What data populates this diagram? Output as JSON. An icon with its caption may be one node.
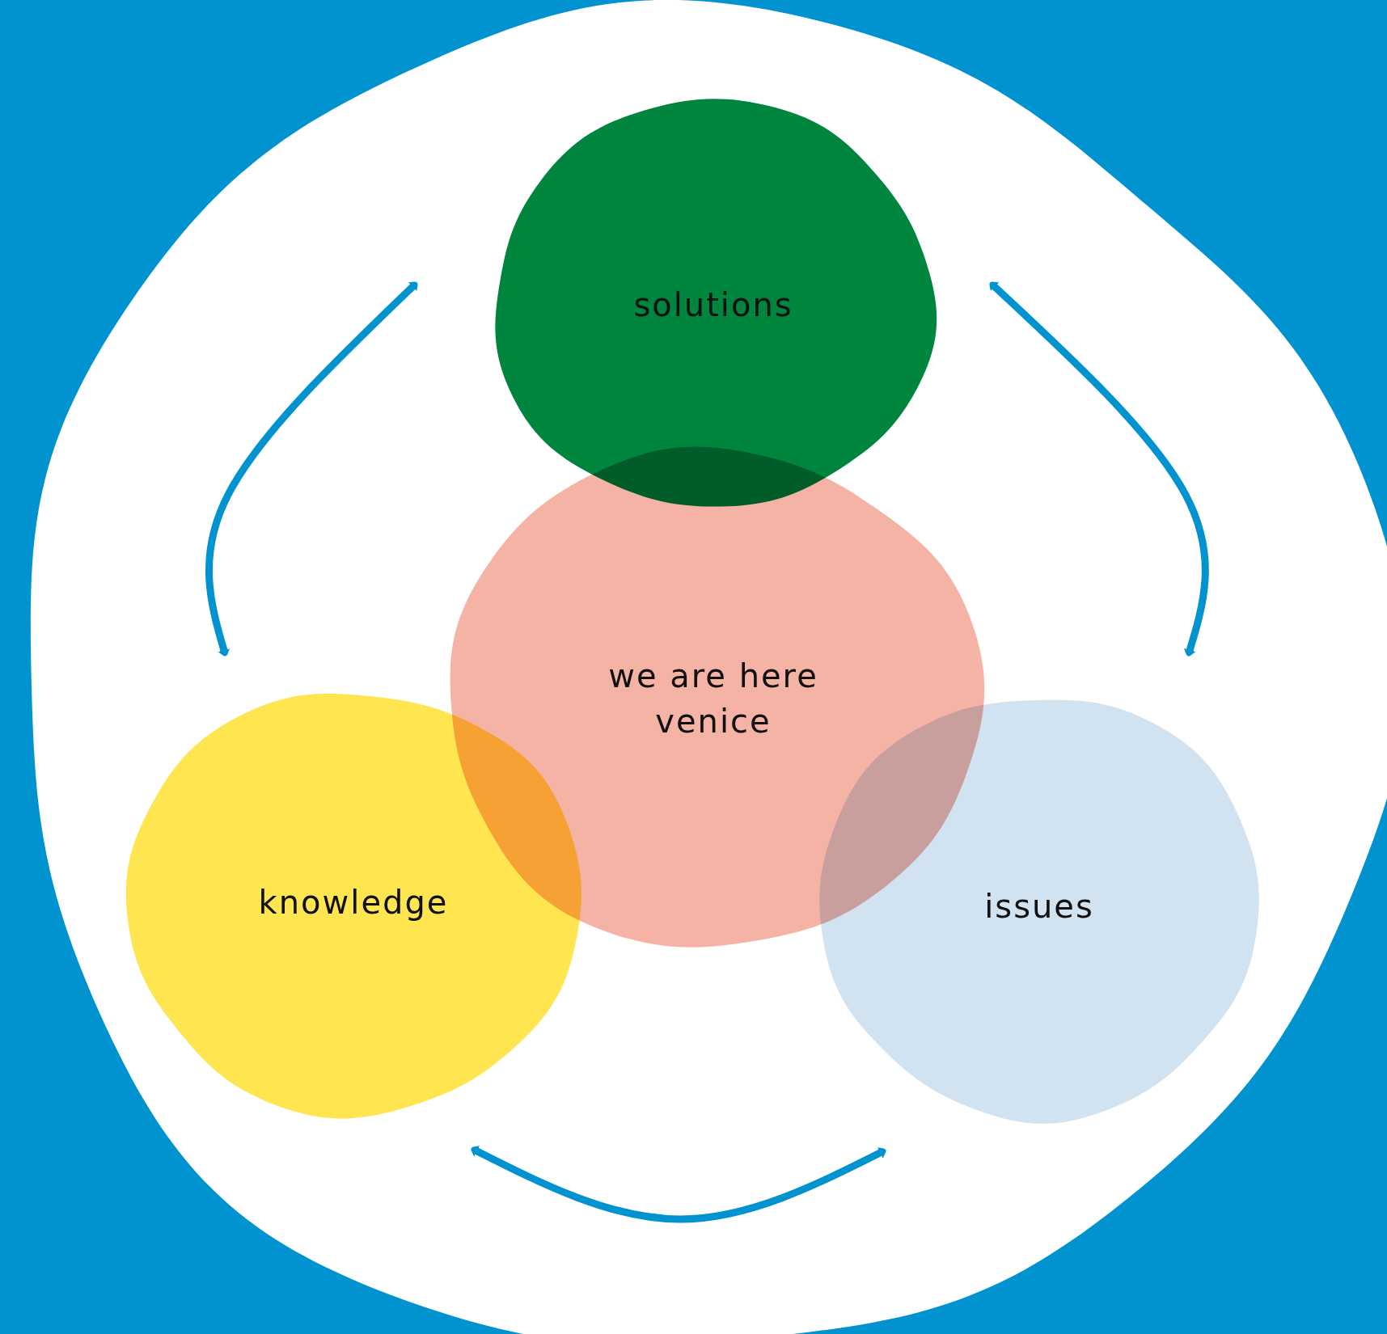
{
  "diagram": {
    "nodes": [
      {
        "text": [
          "solutions"
        ]
      },
      {
        "text": [
          "we are here venice"
        ]
      },
      {
        "text": [
          "knowledge"
        ]
      },
      {
        "text": [
          "issues"
        ]
      }
    ],
    "edges": [
      {
        "from": 0,
        "to": 2,
        "arrow": "both"
      },
      {
        "from": 0,
        "to": 3,
        "arrow": "both"
      },
      {
        "from": 2,
        "to": 3,
        "arrow": "both"
      }
    ]
  }
}
